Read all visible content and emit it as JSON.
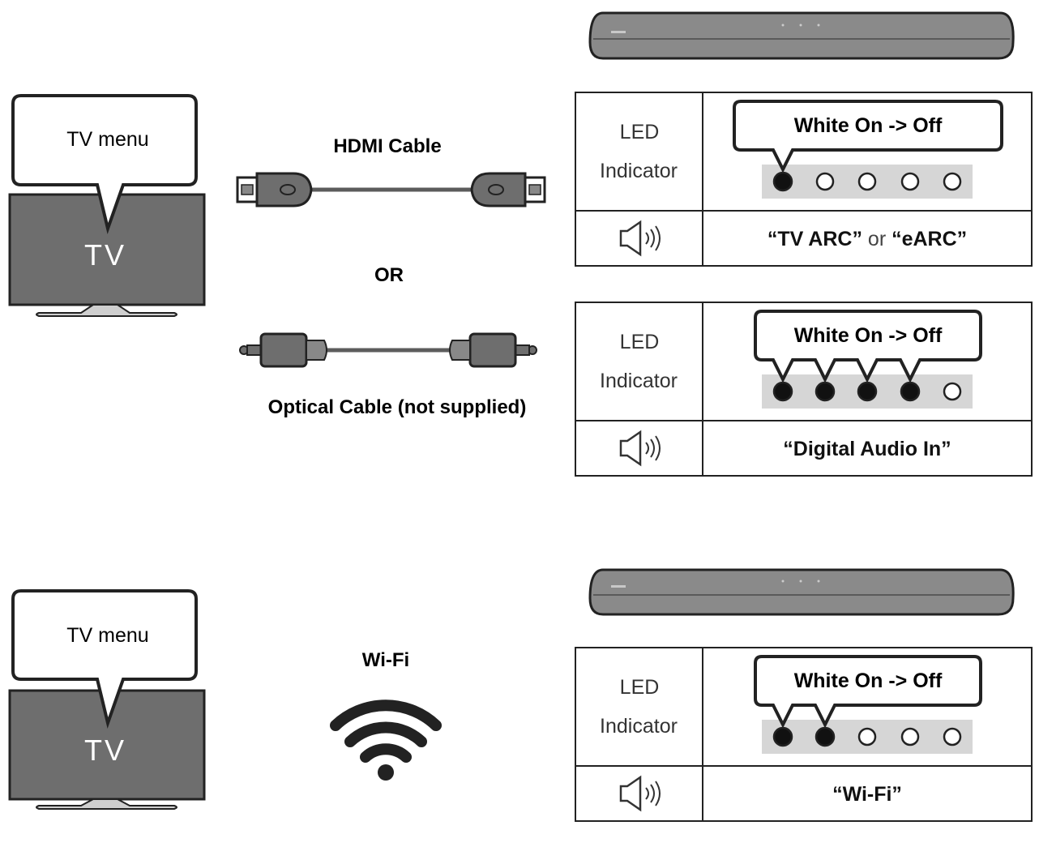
{
  "colors": {
    "tv_screen": "#6e6e6e",
    "soundbar": "#8a8a8a",
    "led_strip": "#d6d6d6",
    "stroke": "#222222",
    "cable": "#5c5c5c"
  },
  "tv": {
    "menu_label": "TV menu",
    "screen_label": "TV"
  },
  "connections": {
    "hdmi_label": "HDMI Cable",
    "or_label": "OR",
    "optical_label": "Optical Cable (not supplied)",
    "wifi_label": "Wi-Fi"
  },
  "panels": [
    {
      "led_label_line1": "LED",
      "led_label_line2": "Indicator",
      "callout": "White On -> Off",
      "leds": [
        1,
        0,
        0,
        0,
        0
      ],
      "mode_parts": [
        {
          "text": "“TV ARC”",
          "bold": true
        },
        {
          "text": " or ",
          "bold": false
        },
        {
          "text": "“eARC”",
          "bold": true
        }
      ]
    },
    {
      "led_label_line1": "LED",
      "led_label_line2": "Indicator",
      "callout": "White On -> Off",
      "leds": [
        1,
        1,
        1,
        1,
        0
      ],
      "mode_parts": [
        {
          "text": "“Digital Audio In”",
          "bold": true
        }
      ]
    },
    {
      "led_label_line1": "LED",
      "led_label_line2": "Indicator",
      "callout": "White On -> Off",
      "leds": [
        1,
        1,
        0,
        0,
        0
      ],
      "mode_parts": [
        {
          "text": "“Wi-Fi”",
          "bold": true
        }
      ]
    }
  ]
}
